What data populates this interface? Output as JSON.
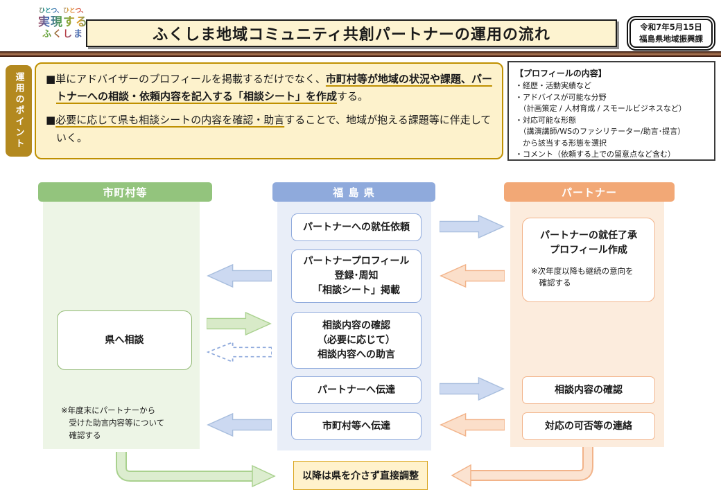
{
  "colors": {
    "accent_gold": "#bf9000",
    "panel_cream": "#fdf2cc",
    "municipality_green": "#93c47d",
    "municipality_light": "#edf5e6",
    "fukushima_blue": "#8faadc",
    "fukushima_light": "#e9eef8",
    "partner_orange": "#f2a876",
    "partner_light": "#fcecdd",
    "bottom_box_yellow": "#fff2cc"
  },
  "header": {
    "logo": {
      "line1": "ひとつ、ひとつ、",
      "line2": "実現する",
      "line3": "ふくしま"
    },
    "title": "ふくしま地域コミュニティ共創パートナーの運用の流れ",
    "date_box": {
      "line1": "令和7年5月15日",
      "line2": "福島県地域振興課"
    }
  },
  "points": {
    "tab": "運用のポイント",
    "bullet1": {
      "pre": "■単にアドバイザーのプロフィールを掲載するだけでなく、",
      "em": "市町村等が地域の状況や課題、パートナーへの相談・依頼内容を記入する「相談シート」を作成",
      "post": "する。"
    },
    "bullet2": {
      "pre": "■",
      "em": "必要に応じて県も相談シートの内容を確認・助言",
      "post": "することで、地域が抱える課題等に伴走していく。"
    }
  },
  "profile_box": {
    "title": "【プロフィールの内容】",
    "lines": [
      "・経歴・活動実績など",
      "・アドバイスが可能な分野",
      "　（計画策定 / 人材育成 / スモールビジネスなど）",
      "・対応可能な形態",
      "　（講演講師/WSのファシリテーター/助言･提言）",
      "　から該当する形態を選択",
      "・コメント（依頼する上での留意点など含む）"
    ]
  },
  "flow": {
    "municipality": {
      "header": "市町村等",
      "consult_box": "県へ相談",
      "note": "※年度末にパートナーから\n　受けた助言内容等について\n　確認する"
    },
    "fukushima": {
      "header": "福 島 県",
      "boxes": [
        "パートナーへの就任依頼",
        "パートナープロフィール\n登録･周知\n「相談シート」掲載",
        "相談内容の確認\n（必要に応じて）\n相談内容への助言",
        "パートナーへ伝達",
        "市町村等へ伝達"
      ]
    },
    "partner": {
      "header": "パートナー",
      "accept_box_title": "パートナーの就任了承\nプロフィール作成",
      "accept_box_note": "※次年度以降も継続の意向を\n　確認する",
      "confirm_box": "相談内容の確認",
      "reply_box": "対応の可否等の連絡"
    },
    "bottom_box": "以降は県を介さず直接調整"
  }
}
